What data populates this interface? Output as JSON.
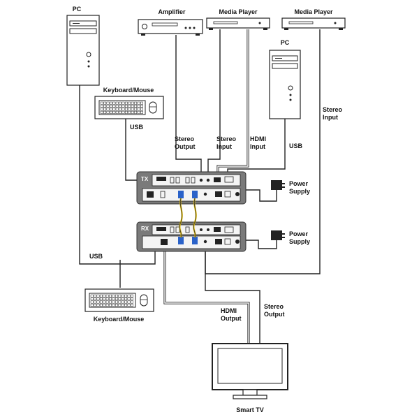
{
  "labels": {
    "pc_left": "PC",
    "amplifier": "Amplifier",
    "media_player_1": "Media Player",
    "media_player_2": "Media Player",
    "pc_right": "PC",
    "keyboard_mouse_top": "Keyboard/Mouse",
    "usb_top_left": "USB",
    "stereo_output_top": [
      "Stereo",
      "Output"
    ],
    "stereo_input_top": [
      "Stereo",
      "Input"
    ],
    "hdmi_input": [
      "HDMI",
      "Input"
    ],
    "usb_top_right": "USB",
    "stereo_input_right": [
      "Stereo",
      "Input"
    ],
    "power_supply_tx": [
      "Power",
      "Supply"
    ],
    "power_supply_rx": [
      "Power",
      "Supply"
    ],
    "tx": "TX",
    "rx": "RX",
    "usb_bottom_left": "USB",
    "keyboard_mouse_bottom": "Keyboard/Mouse",
    "hdmi_output": [
      "HDMI",
      "Output"
    ],
    "stereo_output_bottom": [
      "Stereo",
      "Output"
    ],
    "smart_tv": "Smart TV"
  },
  "colors": {
    "line": "#222222",
    "extender": "#7a7a7a",
    "fiber": "#d9b400",
    "connector": "#2a62c9"
  }
}
